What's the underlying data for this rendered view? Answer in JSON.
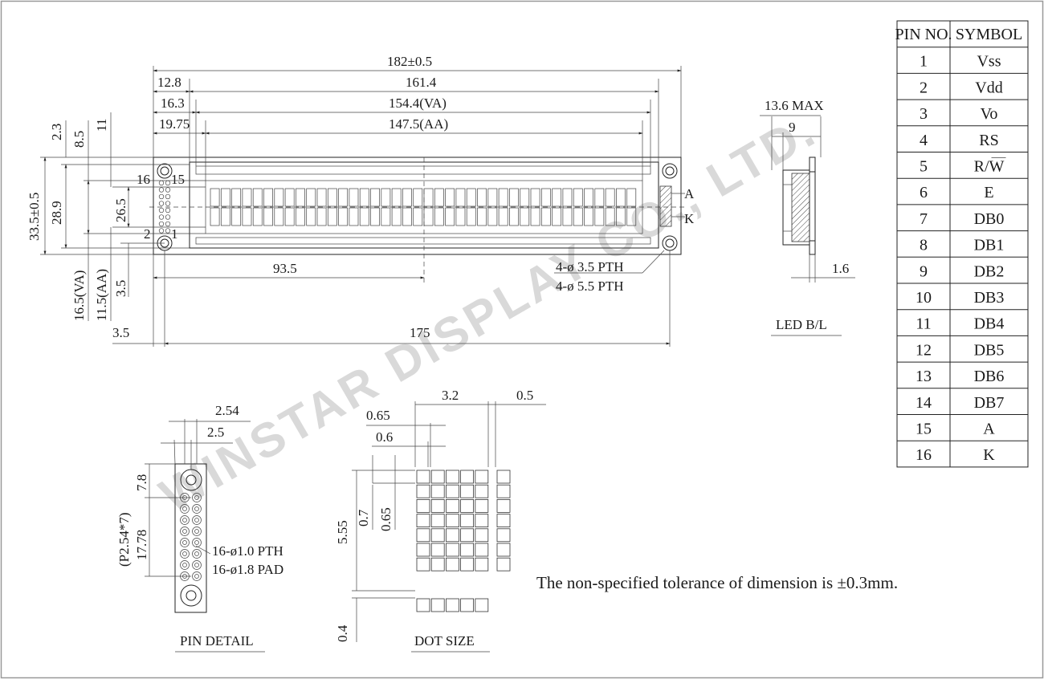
{
  "title": "",
  "watermark": "WINSTAR DISPLAY CO., LTD.",
  "front_view": {
    "dims": {
      "overall_width": "182±0.5",
      "d_12_8": "12.8",
      "d_161_4": "161.4",
      "d_16_3": "16.3",
      "d_154_4": "154.4(VA)",
      "d_19_75": "19.75",
      "d_147_5": "147.5(AA)",
      "d_2_3": "2.3",
      "d_8_5": "8.5",
      "d_11": "11",
      "d_33_5": "33.5±0.5",
      "d_28_9": "28.9",
      "d_26_5": "26.5",
      "d_16_5": "16.5(VA)",
      "d_11_5": "11.5(AA)",
      "d_3_5_v": "3.5",
      "d_3_5_h": "3.5",
      "d_175": "175",
      "d_93_5": "93.5"
    },
    "pin_labels": {
      "p16": "16",
      "p15": "15",
      "p2": "2",
      "p1": "1"
    },
    "holes": {
      "pth": "4-ø 3.5 PTH",
      "pad": "4-ø 5.5 PTH"
    },
    "led_a": "A",
    "led_k": "K",
    "char_columns": 40,
    "char_rows": 2
  },
  "side_view": {
    "max": "13.6 MAX",
    "d_9": "9",
    "d_1_6": "1.6",
    "label": "LED B/L"
  },
  "pin_detail": {
    "pitch_254": "2.54",
    "d_2_5": "2.5",
    "d_7_8": "7.8",
    "pitch_note": "(P2.54*7)",
    "d_17_78": "17.78",
    "pth": "16-ø1.0 PTH",
    "pad": "16-ø1.8 PAD",
    "label": "PIN DETAIL"
  },
  "dot_size": {
    "d_3_2": "3.2",
    "d_0_5": "0.5",
    "d_0_65_h": "0.65",
    "d_0_6": "0.6",
    "d_5_55": "5.55",
    "d_0_7": "0.7",
    "d_0_65_v": "0.65",
    "d_0_4": "0.4",
    "label": "DOT SIZE"
  },
  "tolerance_note": "The non-specified tolerance of dimension is ±0.3mm.",
  "pin_table": {
    "headers": [
      "PIN NO.",
      "SYMBOL"
    ],
    "rows": [
      [
        "1",
        "Vss"
      ],
      [
        "2",
        "Vdd"
      ],
      [
        "3",
        "Vo"
      ],
      [
        "4",
        "RS"
      ],
      [
        "5",
        "R/W"
      ],
      [
        "6",
        "E"
      ],
      [
        "7",
        "DB0"
      ],
      [
        "8",
        "DB1"
      ],
      [
        "9",
        "DB2"
      ],
      [
        "10",
        "DB3"
      ],
      [
        "11",
        "DB4"
      ],
      [
        "12",
        "DB5"
      ],
      [
        "13",
        "DB6"
      ],
      [
        "14",
        "DB7"
      ],
      [
        "15",
        "A"
      ],
      [
        "16",
        "K"
      ]
    ]
  }
}
